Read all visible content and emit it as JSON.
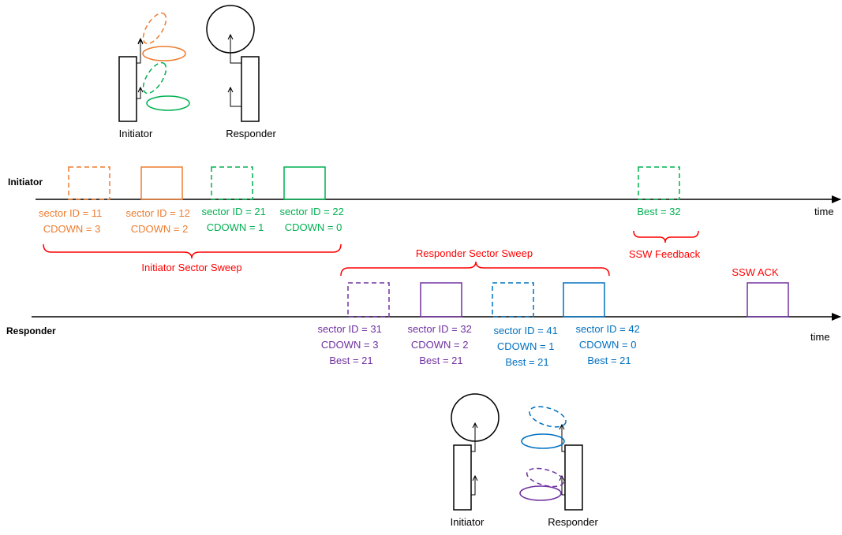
{
  "colors": {
    "orange": "#ED7D31",
    "green": "#00B050",
    "purple": "#7030A0",
    "blue": "#0070C0",
    "red": "#FF0000",
    "black": "#000000"
  },
  "top_figure": {
    "initiator_label": "Initiator",
    "responder_label": "Responder"
  },
  "bottom_figure": {
    "initiator_label": "Initiator",
    "responder_label": "Responder"
  },
  "initiator_line": {
    "label": "Initiator",
    "time_label": "time",
    "frames": [
      {
        "style": "dashed",
        "color": "orange",
        "lines": [
          "sector ID = 11",
          "CDOWN = 3"
        ]
      },
      {
        "style": "solid",
        "color": "orange",
        "lines": [
          "sector ID = 12",
          "CDOWN = 2"
        ]
      },
      {
        "style": "dashed",
        "color": "green",
        "lines": [
          "sector ID = 21",
          "CDOWN = 1"
        ]
      },
      {
        "style": "solid",
        "color": "green",
        "lines": [
          "sector ID = 22",
          "CDOWN = 0"
        ]
      }
    ],
    "feedback_frame": {
      "style": "dashed",
      "color": "green",
      "lines": [
        "Best = 32"
      ]
    },
    "sweep_label": "Initiator Sector Sweep",
    "feedback_label": "SSW Feedback"
  },
  "responder_line": {
    "label": "Responder",
    "time_label": "time",
    "frames": [
      {
        "style": "dashed",
        "color": "purple",
        "lines": [
          "sector ID = 31",
          "CDOWN = 3",
          "Best = 21"
        ]
      },
      {
        "style": "solid",
        "color": "purple",
        "lines": [
          "sector ID = 32",
          "CDOWN = 2",
          "Best = 21"
        ]
      },
      {
        "style": "dashed",
        "color": "blue",
        "lines": [
          "sector ID = 41",
          "CDOWN = 1",
          "Best = 21"
        ]
      },
      {
        "style": "solid",
        "color": "blue",
        "lines": [
          "sector ID = 42",
          "CDOWN = 0",
          "Best = 21"
        ]
      }
    ],
    "ack_frame": {
      "style": "solid",
      "color": "purple"
    },
    "sweep_label": "Responder Sector Sweep",
    "ack_label": "SSW ACK"
  }
}
